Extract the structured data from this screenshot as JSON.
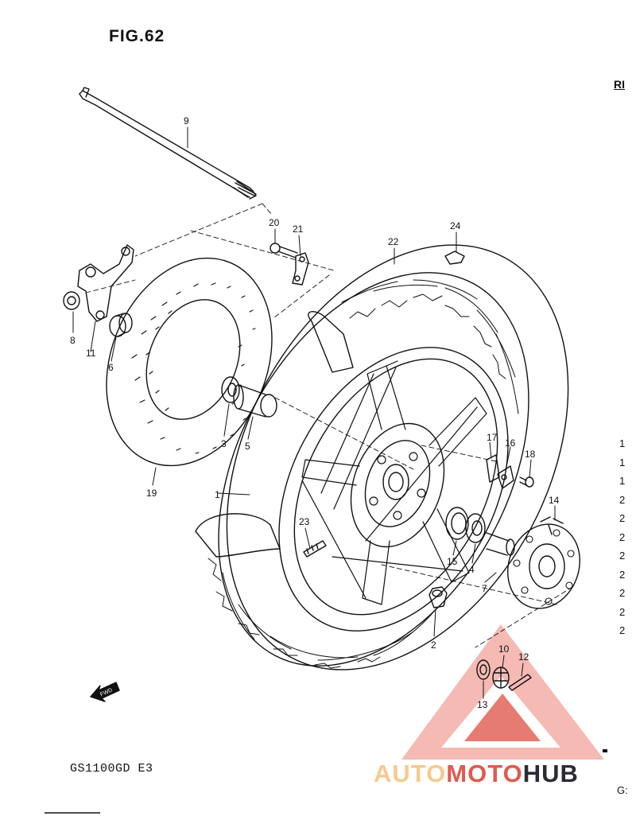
{
  "figure": {
    "title": "FIG.62",
    "model": "GS1100GD E3",
    "corner_top": "RI",
    "corner_bottom": "G:"
  },
  "callouts": [
    {
      "id": "1",
      "text": "1"
    },
    {
      "id": "2",
      "text": "2"
    },
    {
      "id": "3",
      "text": "3"
    },
    {
      "id": "4",
      "text": "4"
    },
    {
      "id": "5",
      "text": "5"
    },
    {
      "id": "6",
      "text": "6"
    },
    {
      "id": "7",
      "text": "7"
    },
    {
      "id": "8",
      "text": "8"
    },
    {
      "id": "9",
      "text": "9"
    },
    {
      "id": "10",
      "text": "10"
    },
    {
      "id": "11",
      "text": "11"
    },
    {
      "id": "12",
      "text": "12"
    },
    {
      "id": "13",
      "text": "13"
    },
    {
      "id": "14",
      "text": "14"
    },
    {
      "id": "15",
      "text": "15"
    },
    {
      "id": "16",
      "text": "16"
    },
    {
      "id": "17",
      "text": "17"
    },
    {
      "id": "18",
      "text": "18"
    },
    {
      "id": "19",
      "text": "19"
    },
    {
      "id": "20",
      "text": "20"
    },
    {
      "id": "21",
      "text": "21"
    },
    {
      "id": "22",
      "text": "22"
    },
    {
      "id": "23",
      "text": "23"
    },
    {
      "id": "24",
      "text": "24"
    }
  ],
  "right_index": [
    "1",
    "1",
    "1",
    "2",
    "2",
    "2",
    "2",
    "2",
    "2",
    "2",
    "2"
  ],
  "fwd_label": "FWD",
  "watermark": {
    "part1": "AUTO",
    "part2": "MOTO",
    "part3": "HUB"
  },
  "colors": {
    "line": "#111111",
    "watermark_red": "#e05a4e",
    "watermark_orange": "#f7c98f",
    "watermark_dark": "#2b2b35"
  }
}
